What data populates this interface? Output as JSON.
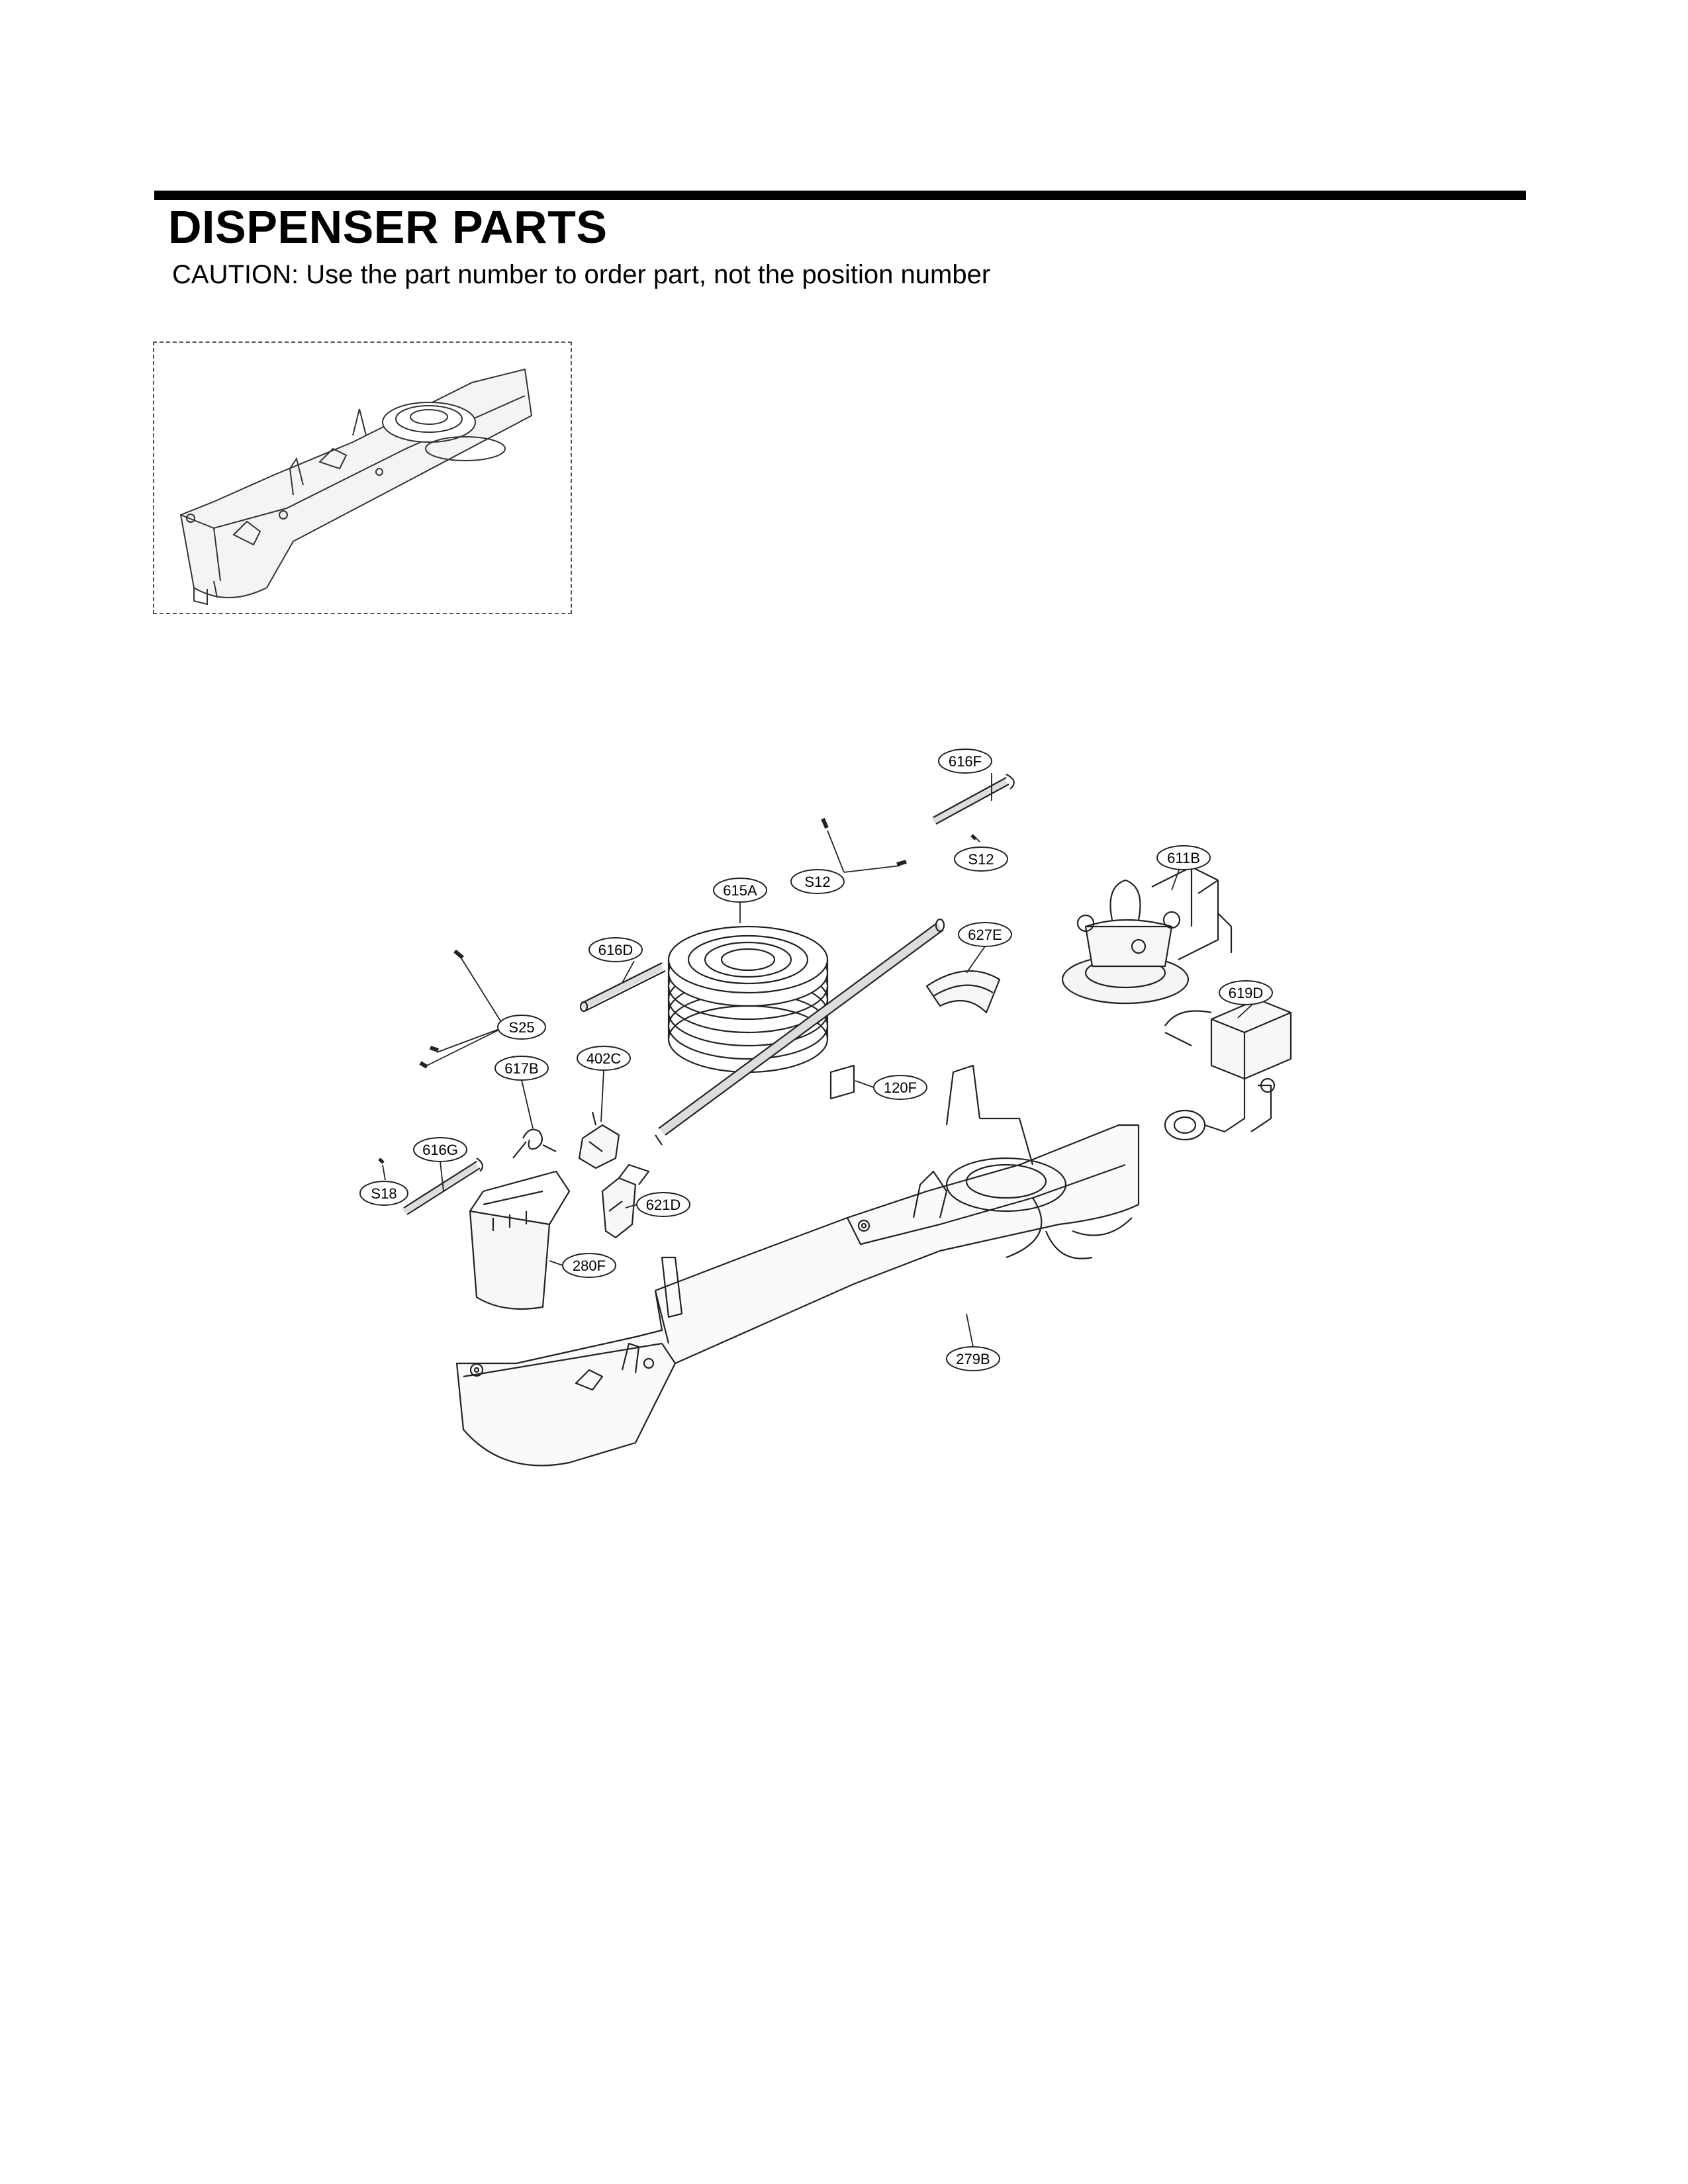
{
  "header": {
    "title": "DISPENSER PARTS",
    "caution": "CAUTION: Use the part number to order part, not the position number"
  },
  "diagram": {
    "callouts": [
      {
        "id": "616F",
        "label": "616F"
      },
      {
        "id": "S12a",
        "label": "S12"
      },
      {
        "id": "S12b",
        "label": "S12"
      },
      {
        "id": "611B",
        "label": "611B"
      },
      {
        "id": "615A",
        "label": "615A"
      },
      {
        "id": "627E",
        "label": "627E"
      },
      {
        "id": "616D",
        "label": "616D"
      },
      {
        "id": "619D",
        "label": "619D"
      },
      {
        "id": "S25",
        "label": "S25"
      },
      {
        "id": "617B",
        "label": "617B"
      },
      {
        "id": "402C",
        "label": "402C"
      },
      {
        "id": "120F",
        "label": "120F"
      },
      {
        "id": "616G",
        "label": "616G"
      },
      {
        "id": "S18",
        "label": "S18"
      },
      {
        "id": "621D",
        "label": "621D"
      },
      {
        "id": "280F",
        "label": "280F"
      },
      {
        "id": "279B",
        "label": "279B"
      }
    ]
  }
}
